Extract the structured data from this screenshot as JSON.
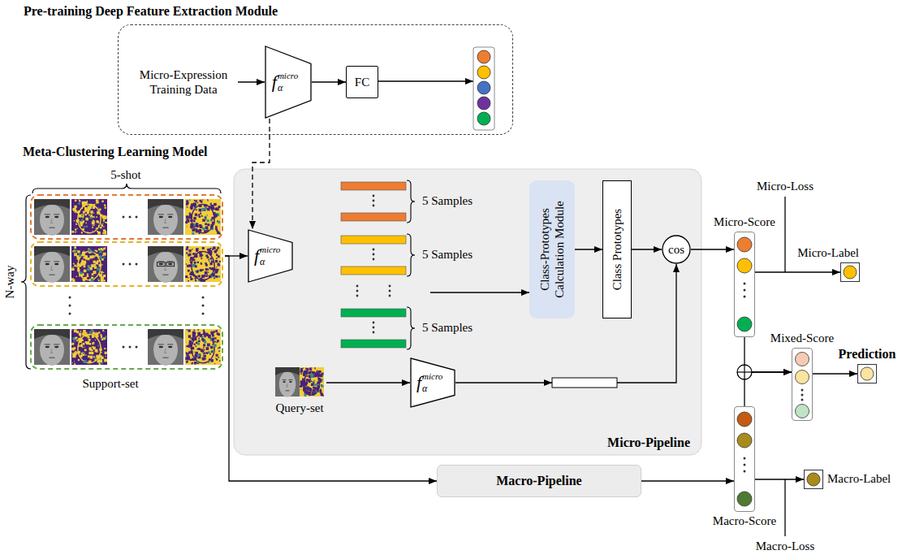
{
  "diagram": {
    "nodes": [
      {
        "text": [
          "Pre-training Deep Feature Extraction Module"
        ]
      },
      {
        "text": [
          "Micro-Expression Training Data"
        ],
        "in": 0
      },
      {
        "text": [
          "f",
          "α",
          "micro"
        ],
        "in": 0
      },
      {
        "text": [
          "FC"
        ],
        "in": 0
      },
      {
        "text": [
          "Support-set"
        ]
      },
      {
        "text": [
          "Micro-Pipeline"
        ]
      },
      {
        "text": [
          "f",
          "α",
          "micro"
        ],
        "in": 5
      },
      {
        "text": [
          "Class-Prototypes Calculation Module"
        ],
        "in": 5
      },
      {
        "text": [
          "Class Prototypes"
        ],
        "in": 5
      },
      {
        "text": [
          "cos"
        ],
        "in": 5
      },
      {
        "text": [
          "Query-set"
        ],
        "in": 5
      },
      {
        "text": [
          "f",
          "α",
          "micro"
        ],
        "in": 5
      },
      {
        "text": [
          "Micro-Score"
        ]
      },
      {
        "text": [
          "Micro-Label"
        ]
      },
      {
        "text": [
          "Mixed-Score"
        ]
      },
      {
        "text": [
          "Prediction"
        ]
      },
      {
        "text": [
          "Macro-Pipeline"
        ]
      },
      {
        "text": [
          "Macro-Score"
        ]
      },
      {
        "text": [
          "Macro-Label"
        ]
      }
    ],
    "edges": [
      {
        "from": 1,
        "to": 2,
        "arrow": "to"
      },
      {
        "from": 2,
        "to": 3,
        "arrow": "to"
      },
      {
        "from": 2,
        "to": 6,
        "arrow": "to"
      },
      {
        "from": 4,
        "to": 6,
        "arrow": "to"
      },
      {
        "from": 7,
        "to": 8,
        "arrow": "to"
      },
      {
        "from": 8,
        "to": 9,
        "arrow": "to"
      },
      {
        "from": 9,
        "to": 12,
        "arrow": "to"
      },
      {
        "from": 10,
        "to": 11,
        "arrow": "to"
      },
      {
        "from": 12,
        "to": 13,
        "arrow": "to"
      },
      {
        "from": 12,
        "to": 14,
        "arrow": "to"
      },
      {
        "from": 14,
        "to": 15,
        "arrow": "to"
      },
      {
        "from": 4,
        "to": 16,
        "arrow": "to"
      },
      {
        "from": 16,
        "to": 17,
        "arrow": "to"
      },
      {
        "from": 17,
        "to": 18,
        "arrow": "to"
      },
      {
        "from": 17,
        "to": 14,
        "arrow": "to"
      }
    ],
    "labels": [
      "Meta-Clustering Learning Model",
      "5-shot",
      "N-way",
      "5 Samples",
      "5 Samples",
      "5 Samples",
      "Micro-Loss",
      "Macro-Loss"
    ]
  }
}
